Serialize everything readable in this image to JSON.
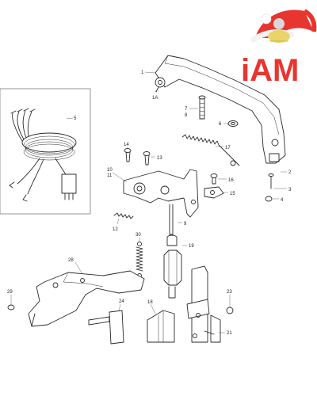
{
  "diagram": {
    "type": "exploded-parts-diagram",
    "callouts": [
      {
        "id": "c1",
        "label": "1"
      },
      {
        "id": "c1a",
        "label": "1A"
      },
      {
        "id": "c2",
        "label": "2"
      },
      {
        "id": "c3",
        "label": "3"
      },
      {
        "id": "c4",
        "label": "4"
      },
      {
        "id": "c5",
        "label": "5"
      },
      {
        "id": "c6",
        "label": "6"
      },
      {
        "id": "c7",
        "label": "7"
      },
      {
        "id": "c8",
        "label": "8"
      },
      {
        "id": "c9",
        "label": "9"
      },
      {
        "id": "c10",
        "label": "10"
      },
      {
        "id": "c11",
        "label": "11"
      },
      {
        "id": "c12",
        "label": "12"
      },
      {
        "id": "c13",
        "label": "13"
      },
      {
        "id": "c14",
        "label": "14"
      },
      {
        "id": "c15",
        "label": "15"
      },
      {
        "id": "c16",
        "label": "16"
      },
      {
        "id": "c17",
        "label": "17"
      },
      {
        "id": "c18",
        "label": "18"
      },
      {
        "id": "c19",
        "label": "19"
      },
      {
        "id": "c21",
        "label": "21"
      },
      {
        "id": "c23",
        "label": "23"
      },
      {
        "id": "c24",
        "label": "24"
      },
      {
        "id": "c28",
        "label": "28"
      },
      {
        "id": "c29",
        "label": "29"
      },
      {
        "id": "c30",
        "label": "30"
      }
    ]
  },
  "logo": {
    "text": "iAM",
    "colors": {
      "brand_red": "#e8352f",
      "hat_red": "#e8352f",
      "hat_white": "#ffffff",
      "figure_yellow": "#e9d46a"
    }
  },
  "colors": {
    "ink": "#2a2a2a",
    "background": "#ffffff"
  }
}
